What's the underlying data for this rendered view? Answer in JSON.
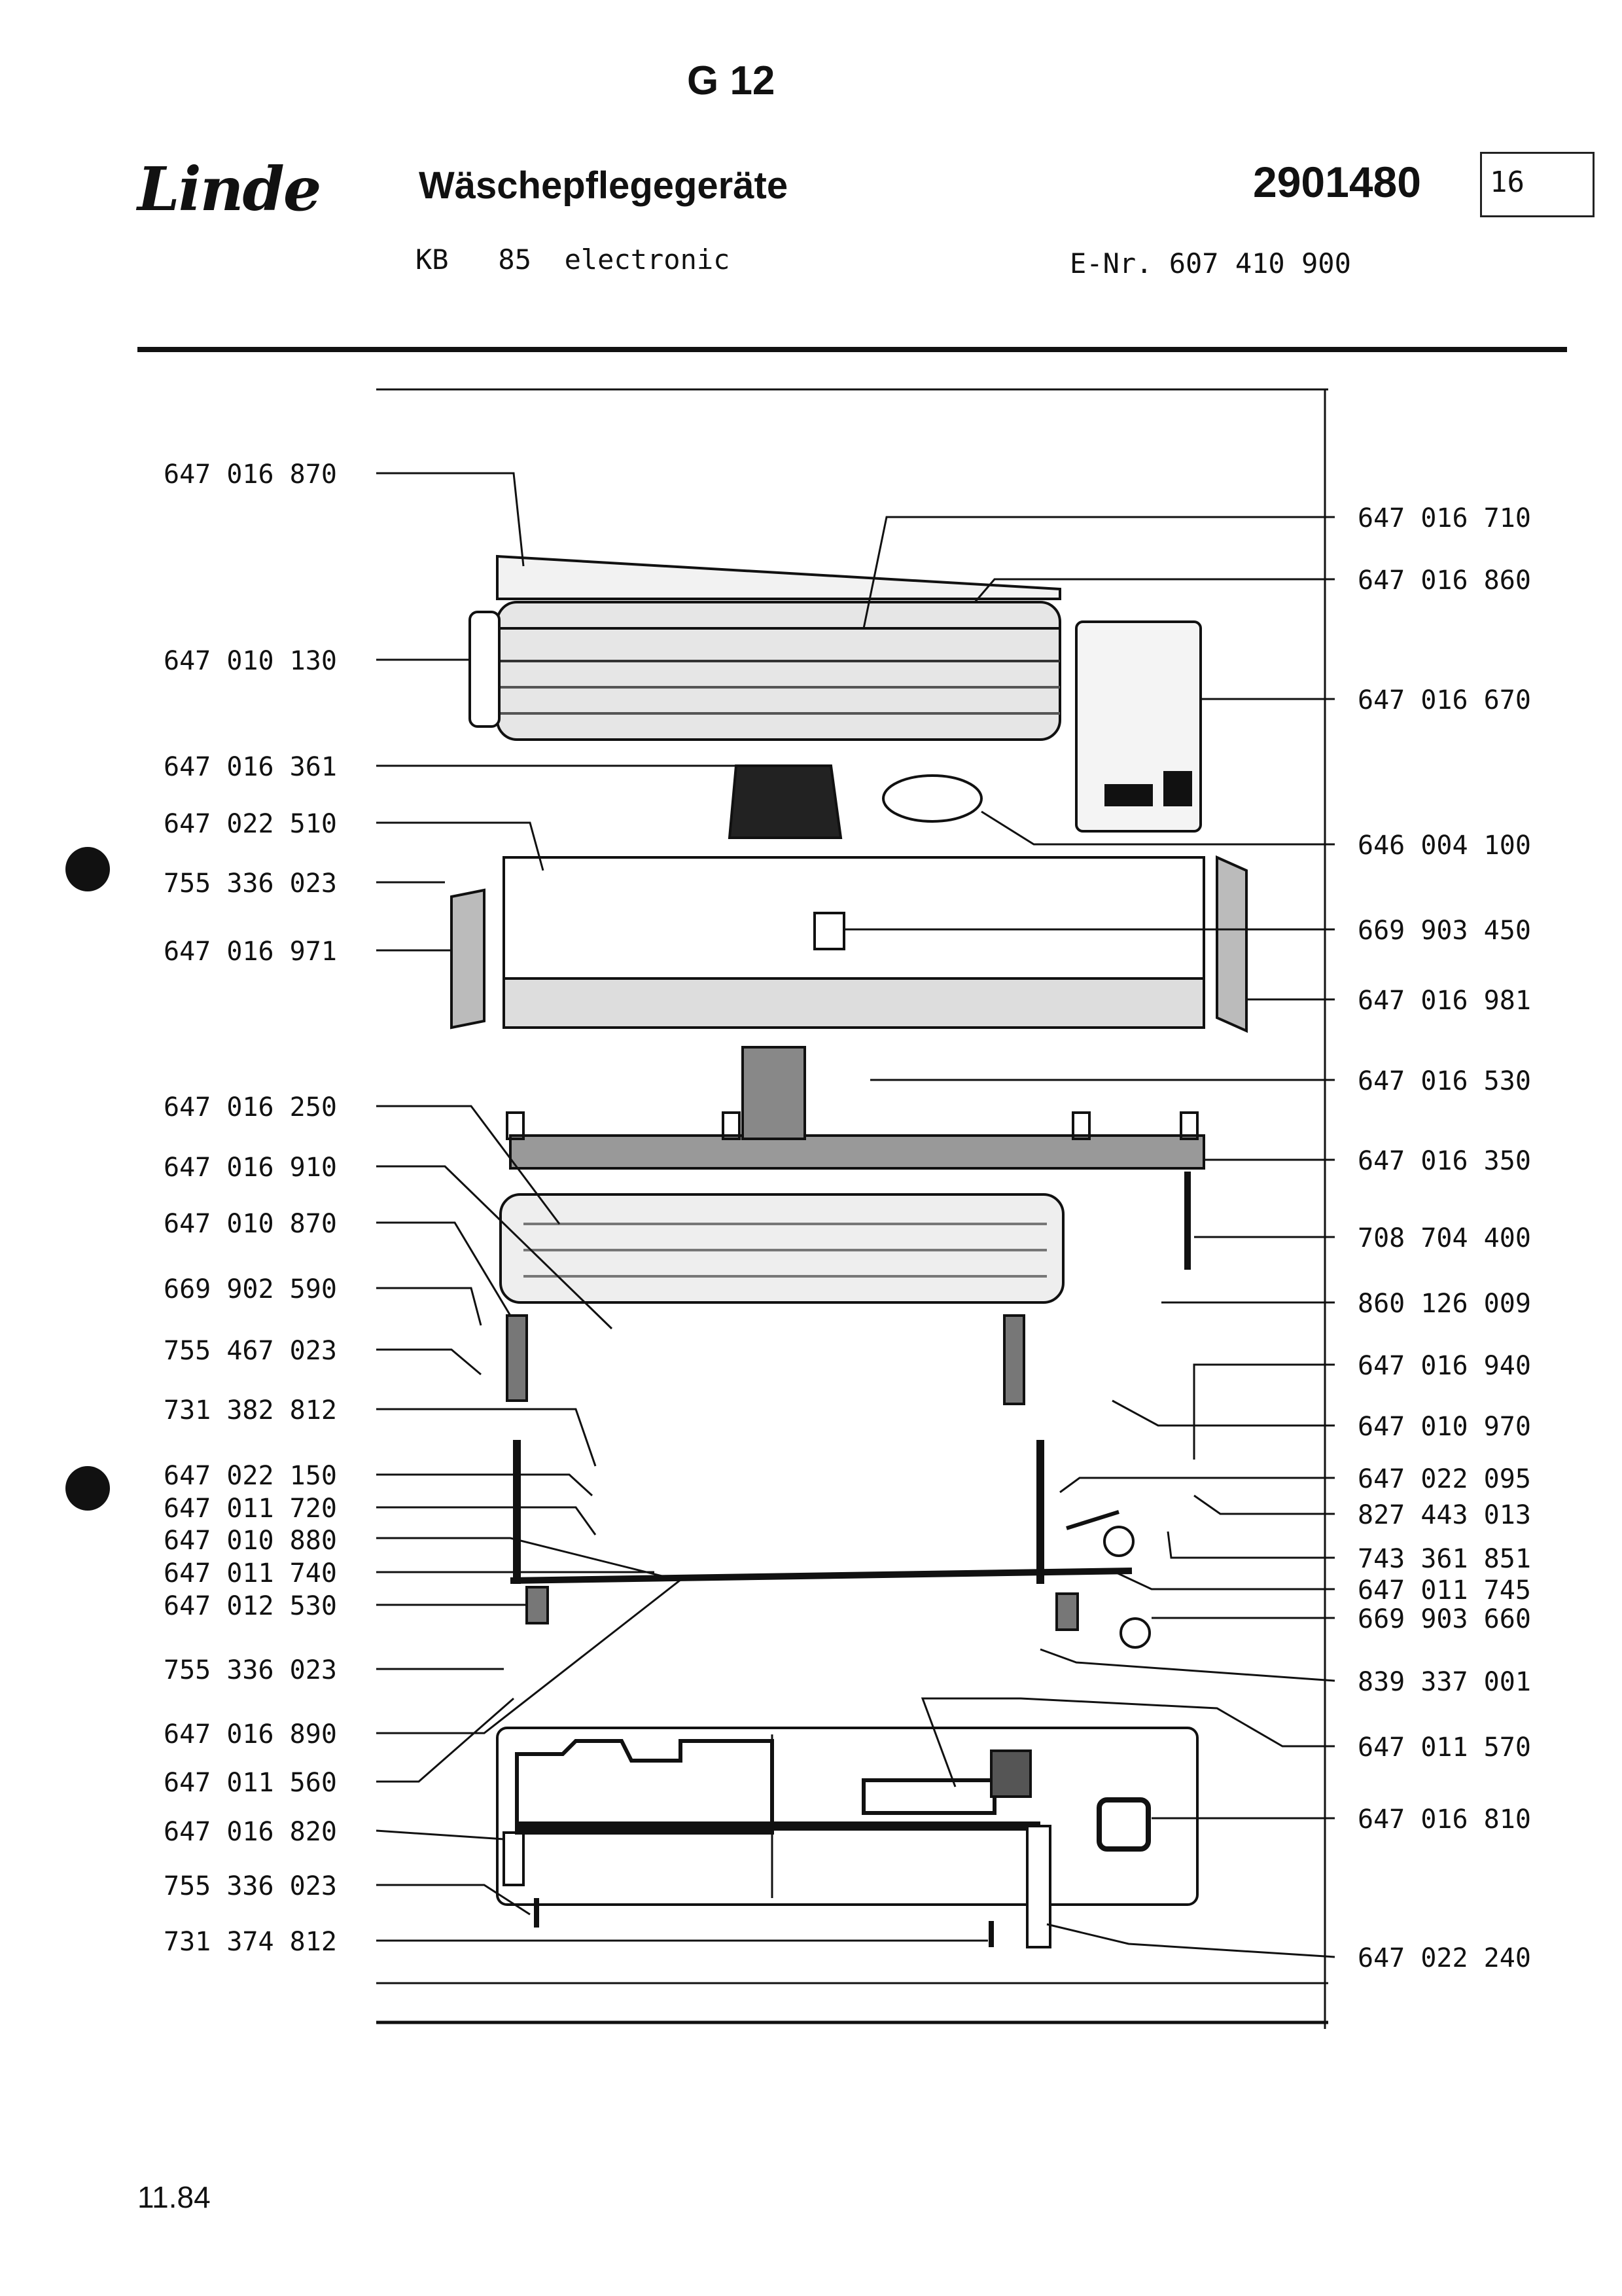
{
  "header": {
    "sheet": "G 12",
    "brand": "Linde",
    "title": "Wäschepflegegeräte",
    "doc_number": "2901480",
    "page": "16",
    "model": "KB   85  electronic",
    "e_nr": "E-Nr. 607 410 900"
  },
  "footer": {
    "date": "11.84"
  },
  "parts_left": [
    "647 016 870",
    "647 010 130",
    "647 016 361",
    "647 022 510",
    "755 336 023",
    "647 016 971",
    "647 016 250",
    "647 016 910",
    "647 010 870",
    "669 902 590",
    "755 467 023",
    "731 382 812",
    "647 022 150",
    "647 011 720",
    "647 010 880",
    "647 011 740",
    "647 012 530",
    "755 336 023",
    "647 016 890",
    "647 011 560",
    "647 016 820",
    "755 336 023",
    "731 374 812"
  ],
  "parts_right": [
    "647 016 710",
    "647 016 860",
    "647 016 670",
    "646 004 100",
    "669 903 450",
    "647 016 981",
    "647 016 530",
    "647 016 350",
    "708 704 400",
    "860 126 009",
    "647 016 940",
    "647 010 970",
    "647 022 095",
    "827 443 013",
    "743 361 851",
    "647 011 745",
    "669 903 660",
    "839 337 001",
    "647 011 570",
    "647 016 810",
    "647 022 240"
  ]
}
